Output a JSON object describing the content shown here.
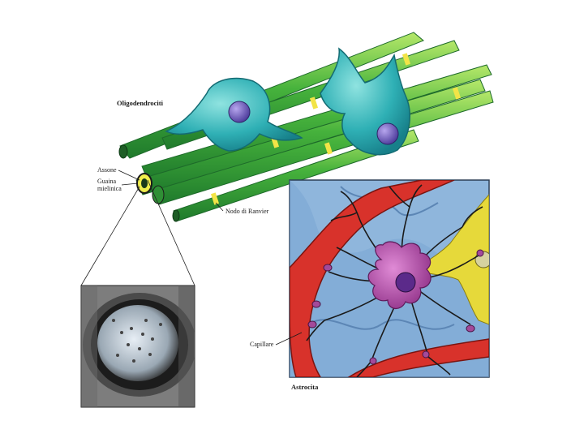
{
  "labels": {
    "oligodendrociti": "Oligodendrociti",
    "assone": "Assone",
    "guaina_line1": "Guaina",
    "guaina_line2": "mielinica",
    "nodo": "Nodo di Ranvier",
    "capillare": "Capillare",
    "astrocita": "Astrocita"
  },
  "colors": {
    "fiber_green": "#3fae3a",
    "fiber_light": "#9bd84a",
    "oligo_teal": "#39b7b9",
    "nucleus_purple": "#6c55b8",
    "node_yellow": "#f2e447",
    "astro_magenta": "#b04aa8",
    "capillary_red": "#d8322b",
    "panel_blue": "#8fb6dc",
    "glia_yellow": "#e6d93a"
  }
}
